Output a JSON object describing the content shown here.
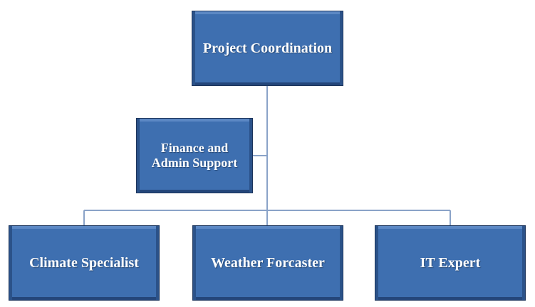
{
  "diagram": {
    "root": {
      "label": "Project Coordination"
    },
    "assistant": {
      "label": "Finance and\nAdmin Support"
    },
    "children": [
      {
        "label": "Climate Specialist"
      },
      {
        "label": "Weather Forcaster"
      },
      {
        "label": "IT Expert"
      }
    ]
  },
  "colors": {
    "node_fill": "#3e6fb0",
    "node_border": "#1d355c",
    "connector": "#8aa3c8",
    "text": "#ffffff"
  }
}
